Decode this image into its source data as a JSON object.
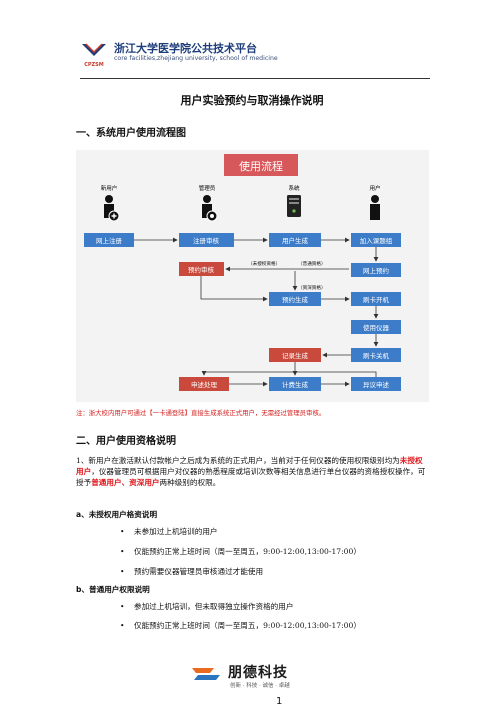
{
  "header": {
    "logo_abbr": "CPZSM",
    "title": "浙江大学医学院公共技术平台",
    "subtitle": "core facilities,zhejiang university, school of medicine"
  },
  "doc_title": "用户实验预约与取消操作说明",
  "section1": {
    "heading": "一、系统用户使用流程图"
  },
  "flowchart": {
    "banner": "使用流程",
    "lanes": [
      "新用户",
      "管理员",
      "系统",
      "用户"
    ],
    "nodes": {
      "register_online": "网上注册",
      "register_review": "注册审核",
      "user_generate": "用户生成",
      "join_group": "加入课题组",
      "booking_review": "预约审核",
      "online_booking": "网上预约",
      "booking_generate": "预约生成",
      "card_on": "刷卡开机",
      "use_instrument": "使用仪器",
      "record_generate": "记录生成",
      "card_off": "刷卡关机",
      "appeal_handle": "申述处理",
      "fee_generate": "计费生成",
      "dispute_appeal": "异议申述"
    },
    "edge_labels": {
      "unauthorized": "（未授权资格）",
      "normal": "（普通资格）",
      "senior": "（资深资格）"
    },
    "colors": {
      "blue": "#3d7cc9",
      "red": "#c94a3c",
      "banner": "#d6585a"
    }
  },
  "note": "注：浙大校内用户可通过【一卡通登陆】直接生成系统正式用户，无需经过管理员审核。",
  "section2": {
    "heading": "二、用户使用资格说明"
  },
  "para": {
    "p1": "1、新用户在激活默认付款帐户之后成为系统的正式用户，当前对于任何仪器的使用权限级别均为",
    "p1_red": "未授权用户",
    "p2": "，仪器管理员可根据用户对仪器的熟悉程度或培训次数等相关信息进行单台仪器的资格授权操作，可授予",
    "p2_red": "普通用户、资深用户",
    "p3": "两种级别的权限。"
  },
  "sub_a": {
    "title": "a、未授权用户格资说明",
    "items": [
      "未参加过上机培训的用户",
      "仅能预约正常上班时间（周一至周五，9:00-12:00,13:00-17:00）",
      "预约需要仪器管理员审核通过才能使用"
    ]
  },
  "sub_b": {
    "title": "b、普通用户权限说明",
    "items": [
      "参加过上机培训，但未取得独立操作资格的用户",
      "仅能预约正常上班时间（周一至周五，9:00-12:00,13:00-17:00）"
    ]
  },
  "footer": {
    "company": "朋德科技",
    "slogan": "创新 · 科技 · 诚信 · 卓越",
    "page": "1"
  }
}
